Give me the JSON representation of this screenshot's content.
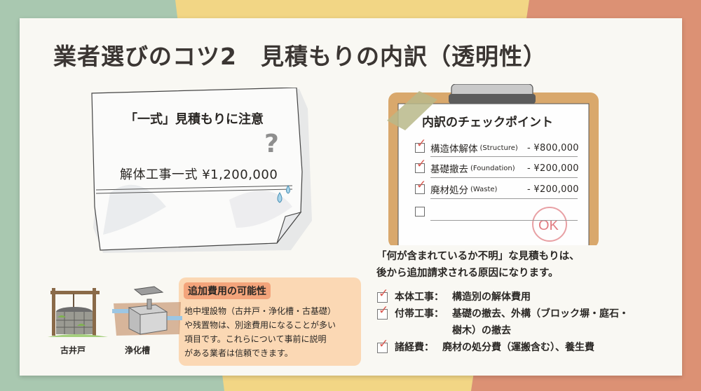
{
  "background": {
    "colors": {
      "left": "#a9c8b0",
      "center": "#f2d685",
      "right": "#dc9174",
      "card": "#f9f8f3"
    }
  },
  "title": "業者選びのコツ2　見積もりの内訳（透明性）",
  "note": {
    "heading": "「一式」見積もりに注意",
    "line": "解体工事一式 ¥1,200,000",
    "question_icon": "?",
    "sweat_icon": "sweat-drops"
  },
  "clipboard": {
    "heading": "内訳のチェックポイント",
    "items": [
      {
        "checked": true,
        "label": "構造体解体",
        "en": "(Structure)",
        "price": "- ¥800,000"
      },
      {
        "checked": true,
        "label": "基礎撤去",
        "en": "(Foundation)",
        "price": "- ¥200,000"
      },
      {
        "checked": true,
        "label": "廃材処分",
        "en": "(Waste)",
        "price": "- ¥200,000"
      },
      {
        "checked": false,
        "label": "",
        "en": "",
        "price": ""
      }
    ],
    "stamp": "OK",
    "tick_color": "#d9574f"
  },
  "warning": {
    "line1": "「何が含まれているか不明」な見積もりは、",
    "line2": "後から追加請求される原因になります。"
  },
  "points": [
    {
      "term": "本体工事：",
      "desc": "構造別の解体費用"
    },
    {
      "term": "付帯工事：",
      "desc": "基礎の撤去、外構（ブロック塀・庭石・\n樹木）の撤去"
    },
    {
      "term": "諸経費：",
      "desc": "廃材の処分費（運搬含む）、養生費"
    }
  ],
  "info": {
    "tag": "追加費用の可能性",
    "body": "地中埋設物（古井戸・浄化槽・古基礎）\nや残置物は、別途費用になることが多い\n項目です。これらについて事前に説明\nがある業者は信頼できます。",
    "bg_color": "#fbd8b4",
    "tag_color": "#f3a47b"
  },
  "illustrations": [
    {
      "label": "古井戸",
      "icon": "old-well"
    },
    {
      "label": "浄化槽",
      "icon": "septic-tank"
    }
  ]
}
